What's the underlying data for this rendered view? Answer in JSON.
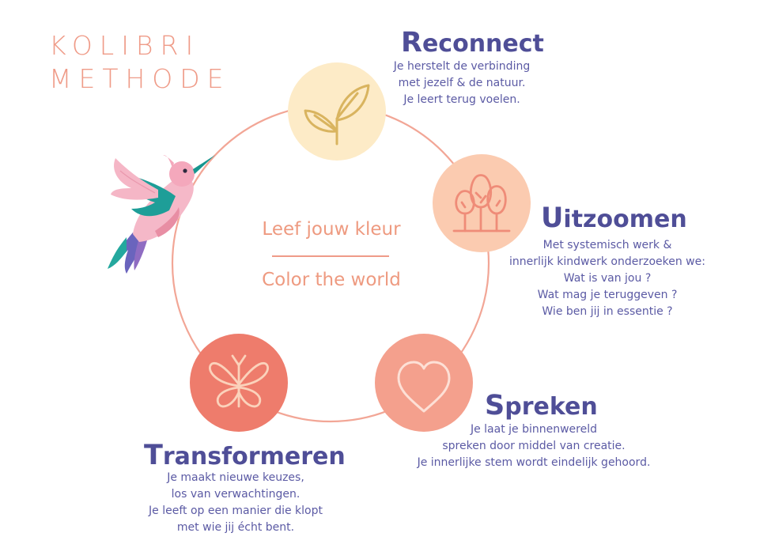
{
  "brand": {
    "line1": "KOLIBRI",
    "line2": "METHODE"
  },
  "center": {
    "line1": "Leef jouw kleur",
    "line2": "Color the world"
  },
  "stages": {
    "reconnect": {
      "title_first": "R",
      "title_rest": "econnect",
      "desc": [
        "Je herstelt de verbinding",
        "met jezelf & de natuur.",
        "Je leert terug voelen."
      ],
      "icon": "leaf-sprout-icon",
      "color": "#fdebc7"
    },
    "uitzoomen": {
      "title_first": "U",
      "title_rest": "itzoomen",
      "desc": [
        "Met systemisch werk &",
        "innerlijk kindwerk onderzoeken we:",
        "Wat is van jou ?",
        "Wat mag je teruggeven ?",
        "Wie ben jij in essentie ?"
      ],
      "icon": "trees-icon",
      "color": "#fbcbb0"
    },
    "spreken": {
      "title_first": "S",
      "title_rest": "preken",
      "desc": [
        "Je laat je binnenwereld",
        "spreken door middel van creatie.",
        "Je innerlijke stem wordt eindelijk gehoord."
      ],
      "icon": "heart-icon",
      "color": "#f4a08d"
    },
    "transformeren": {
      "title_first": "T",
      "title_rest": "ransformeren",
      "desc": [
        "Je maakt nieuwe keuzes,",
        "los van verwachtingen.",
        "Je leeft op een manier die klopt",
        "met wie jij écht bent."
      ],
      "icon": "butterfly-icon",
      "color": "#ee7c6c"
    }
  },
  "colors": {
    "ring": "#f2a696",
    "title": "#4f4e97",
    "text": "#5b5aa4",
    "accent": "#ef9b88"
  }
}
